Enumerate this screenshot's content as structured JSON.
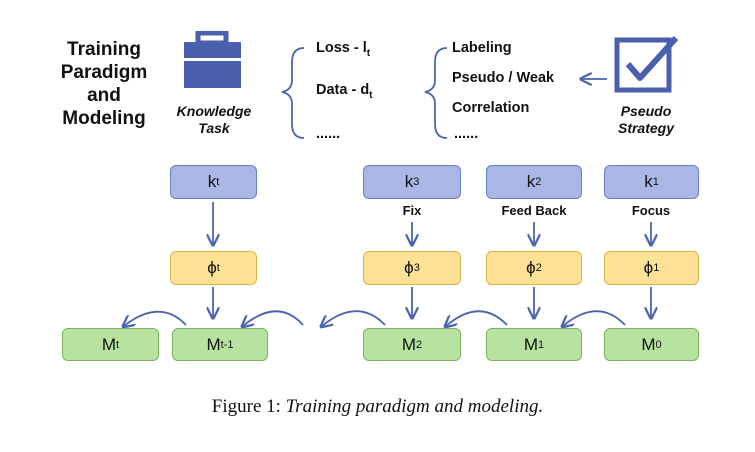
{
  "title": {
    "lines": [
      "Training",
      "Paradigm",
      "and",
      "Modeling"
    ]
  },
  "knowledge": {
    "label_line1": "Knowledge",
    "label_line2": "Task",
    "icon": "toolbox-icon"
  },
  "task_list": [
    {
      "text": "Loss - l",
      "sub": "t"
    },
    {
      "text": "Data - d",
      "sub": "t"
    },
    {
      "text": "......",
      "sub": ""
    }
  ],
  "pseudo_list": [
    "Labeling",
    "Pseudo / Weak",
    "Correlation",
    "......"
  ],
  "pseudo_strategy": {
    "label_line1": "Pseudo",
    "label_line2": "Strategy",
    "icon": "checkbox-icon"
  },
  "k_boxes": [
    {
      "base": "k",
      "sub": "t"
    },
    {
      "base": "k",
      "sub": "3"
    },
    {
      "base": "k",
      "sub": "2"
    },
    {
      "base": "k",
      "sub": "1"
    }
  ],
  "edge_labels": [
    "Fix",
    "Feed Back",
    "Focus"
  ],
  "phi_boxes": [
    {
      "base": "ϕ",
      "sub": "t"
    },
    {
      "base": "ϕ",
      "sub": "3"
    },
    {
      "base": "ϕ",
      "sub": "2"
    },
    {
      "base": "ϕ",
      "sub": "1"
    }
  ],
  "m_boxes": [
    {
      "base": "M",
      "sub": "t"
    },
    {
      "base": "M",
      "sub": "t-1"
    },
    {
      "base": "M",
      "sub": "2"
    },
    {
      "base": "M",
      "sub": "1"
    },
    {
      "base": "M",
      "sub": "0"
    }
  ],
  "caption": {
    "prefix": "Figure 1: ",
    "text": "Training paradigm and modeling."
  },
  "colors": {
    "k": "#a9b6e6",
    "phi": "#fde296",
    "m": "#b8e2a0",
    "arrow": "#4a64b0"
  }
}
